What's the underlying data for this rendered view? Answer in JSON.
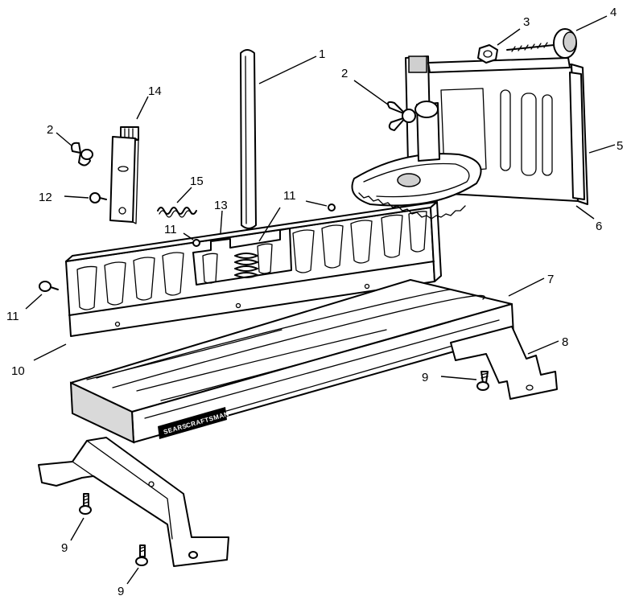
{
  "brand": {
    "label_left": "SEARS",
    "label_right": "CRAFTSMAN"
  },
  "callouts": {
    "c1": "1",
    "c2a": "2",
    "c2b": "2",
    "c3": "3",
    "c4": "4",
    "c5": "5",
    "c6": "6",
    "c7": "7",
    "c8": "8",
    "c9a": "9",
    "c9b": "9",
    "c9c": "9",
    "c10": "10",
    "c11a": "11",
    "c11b": "11",
    "c11c": "11",
    "c12": "12",
    "c13": "13",
    "c14": "14",
    "c15": "15"
  }
}
